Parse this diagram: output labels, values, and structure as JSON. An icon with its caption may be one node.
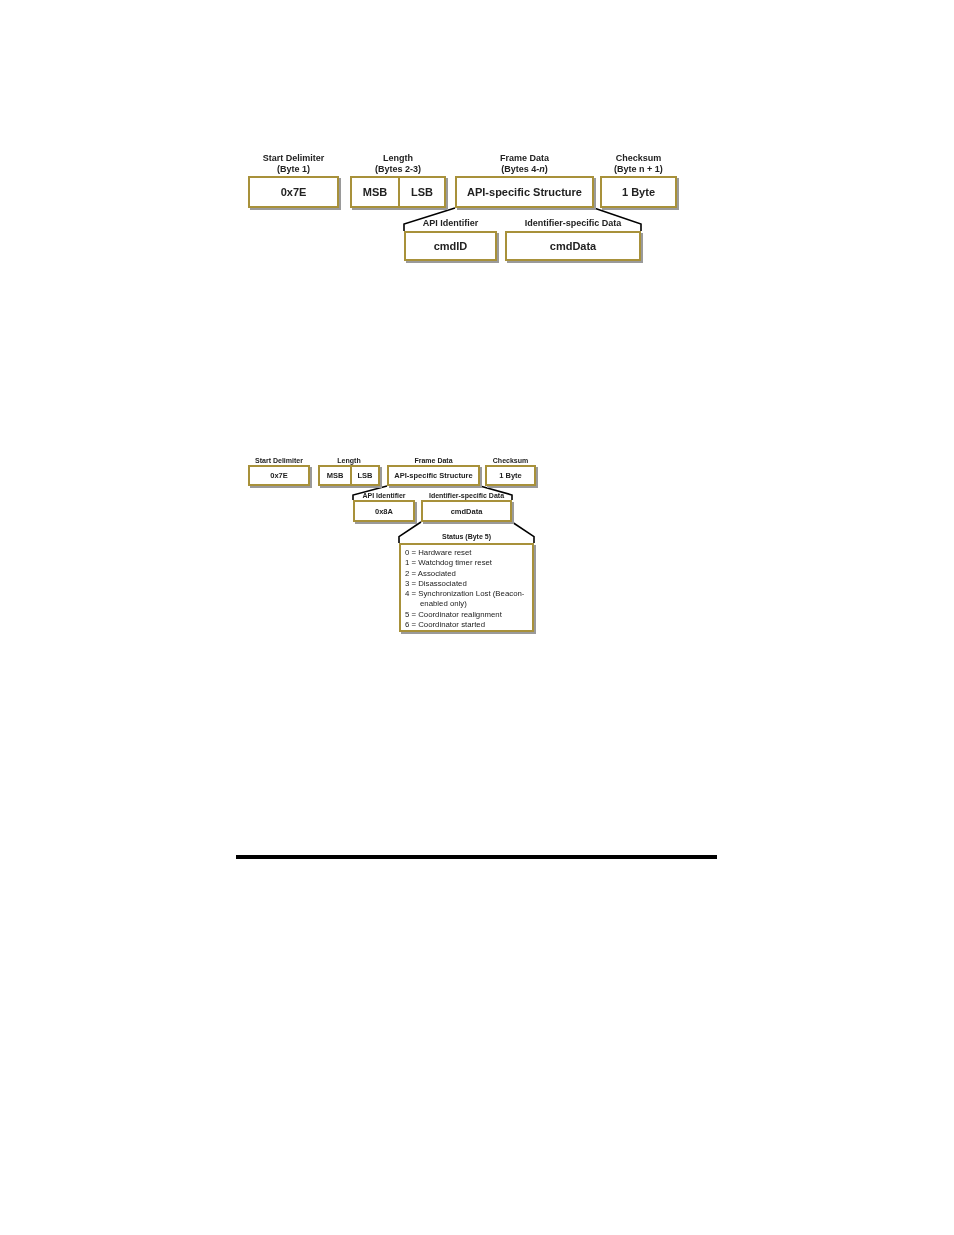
{
  "diagram": {
    "nodes": [
      {
        "text": [
          "Start Delimiter (Byte 1)",
          "0x7E"
        ]
      },
      {
        "text": [
          "Length (Bytes 2-3)"
        ]
      },
      {
        "text": [
          "MSB"
        ],
        "in": 1
      },
      {
        "text": [
          "LSB"
        ],
        "in": 1
      },
      {
        "text": [
          "Frame Data (Bytes 4-*n*)",
          "API-specific Structure"
        ]
      },
      {
        "text": [
          "Checksum (Byte n + 1)",
          "1 Byte"
        ]
      },
      {
        "text": [
          "API Identifier",
          "cmdID"
        ]
      },
      {
        "text": [
          "Identifier-specific Data",
          "cmdData"
        ]
      },
      {
        "text": [
          "Start Delimiter",
          "0x7E"
        ]
      },
      {
        "text": [
          "Length"
        ]
      },
      {
        "text": [
          "MSB"
        ],
        "in": 9
      },
      {
        "text": [
          "LSB"
        ],
        "in": 9
      },
      {
        "text": [
          "Frame Data",
          "API-specific Structure"
        ]
      },
      {
        "text": [
          "Checksum",
          "1 Byte"
        ]
      },
      {
        "text": [
          "API Identifier",
          "0x8A"
        ]
      },
      {
        "text": [
          "Identifier-specific Data",
          "cmdData"
        ]
      },
      {
        "text": [
          "Status (Byte 5)",
          "0 = Hardware reset",
          "1 = Watchdog timer reset",
          "2 = Associated",
          "3 = Disassociated",
          "4 = Synchronization Lost (Beacon-enabled only)",
          "5 = Coordinator realignment",
          "6 = Coordinator started"
        ]
      }
    ],
    "edges": [
      {
        "from": 4,
        "to": 6,
        "arrow": "none"
      },
      {
        "from": 4,
        "to": 7,
        "arrow": "none"
      },
      {
        "from": 12,
        "to": 14,
        "arrow": "none"
      },
      {
        "from": 12,
        "to": 15,
        "arrow": "none"
      },
      {
        "from": 15,
        "to": 16,
        "arrow": "none"
      },
      {
        "from": 15,
        "to": 16,
        "arrow": "none"
      }
    ]
  }
}
